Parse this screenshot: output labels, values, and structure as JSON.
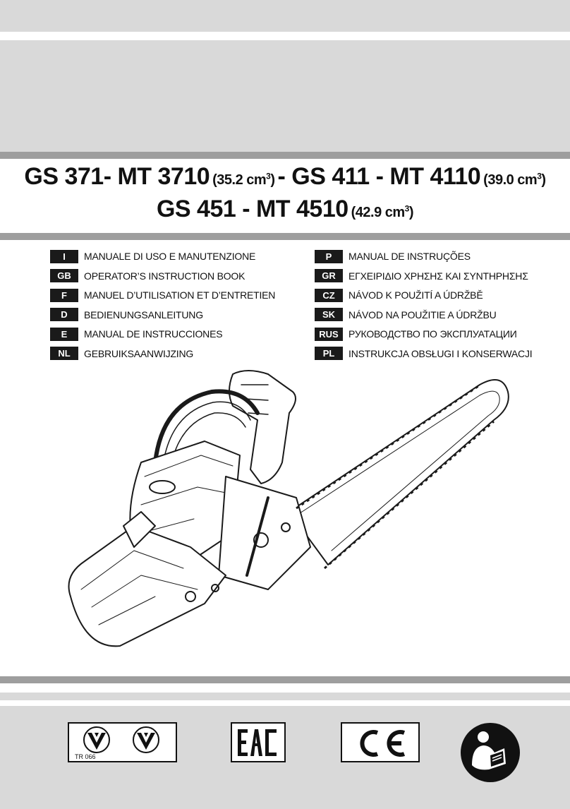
{
  "title": {
    "line1_models_a": "GS 371- MT 3710",
    "line1_capacity_a": "(35.2 cm",
    "line1_sep": " - ",
    "line1_models_b": "GS 411 - MT 4110",
    "line1_capacity_b": "(39.0 cm",
    "line2_models": "GS 451 - MT 4510",
    "line2_capacity": "(42.9 cm",
    "cube": "3",
    "close_paren": ")"
  },
  "languages_left": [
    {
      "code": "I",
      "label": "MANUALE DI USO E MANUTENZIONE"
    },
    {
      "code": "GB",
      "label": "OPERATOR’S INSTRUCTION BOOK"
    },
    {
      "code": "F",
      "label": "MANUEL D’UTILISATION ET D’ENTRETIEN"
    },
    {
      "code": "D",
      "label": "BEDIENUNGSANLEITUNG"
    },
    {
      "code": "E",
      "label": "MANUAL DE INSTRUCCIONES"
    },
    {
      "code": "NL",
      "label": "GEBRUIKSAANWIJZING"
    }
  ],
  "languages_right": [
    {
      "code": "P",
      "label": "MANUAL DE INSTRUÇÕES"
    },
    {
      "code": "GR",
      "label": "ΕΓΧΕΙΡΙΔΙΟ ΧΡΗΣΗΣ ΚΑΙ ΣΥΝΤΗΡΗΣΗΣ"
    },
    {
      "code": "CZ",
      "label": "NÁVOD K POUŽITÍ A ÚDRŽBĚ"
    },
    {
      "code": "SK",
      "label": "NÁVOD NA POUŽITIE A ÚDRŽBU"
    },
    {
      "code": "RUS",
      "label": "РУКОВОДСТВО ПО ЭКСПЛУАТАЦИИ"
    },
    {
      "code": "PL",
      "label": "INSTRUKCJA OBSŁUGI I KONSERWACJI"
    }
  ],
  "marks": {
    "tr_code": "TR 066",
    "eac": "EAC",
    "ce": "CE"
  },
  "colors": {
    "band": "#d9d9d9",
    "stripe": "#9e9e9e",
    "code_bg": "#1a1a1a"
  }
}
